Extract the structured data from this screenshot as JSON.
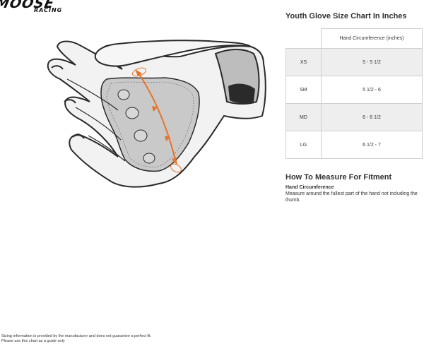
{
  "brand": {
    "name": "MOOSE",
    "sub": "RACING"
  },
  "chart": {
    "title": "Youth Glove Size Chart In Inches",
    "column_header": "Hand Circumference (inches)",
    "rows": [
      {
        "size": "XS",
        "value": "5 - 5 1/2"
      },
      {
        "size": "SM",
        "value": "5 1/2 - 6"
      },
      {
        "size": "MD",
        "value": "6 - 6 1/2"
      },
      {
        "size": "LG",
        "value": "6 1/2 - 7"
      }
    ]
  },
  "measure": {
    "title": "How To Measure For Fitment",
    "subtitle": "Hand Circumference",
    "description": "Measure around the fullest part of the hand not including the thumb."
  },
  "disclaimer": {
    "line1": "Sizing information is provided by the manufacturer and does not guarantee a perfect fit.",
    "line2": "Please use this chart as a guide only"
  },
  "colors": {
    "accent": "#e8732a",
    "glove_fill": "#f2f2f2",
    "palm_fill": "#c9c9c9",
    "outline": "#2a2a2a"
  },
  "icons": {
    "illustration": "glove-diagram-icon",
    "measure_line": "measure-arrow-icon"
  }
}
